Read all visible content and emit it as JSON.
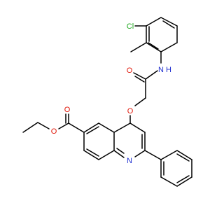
{
  "atoms": {
    "cl": "Cl",
    "n_amide": "N",
    "h_amide": "H",
    "o_amide": "O",
    "o_ether": "O",
    "o_ester_carbonyl": "O",
    "o_ester_link": "O",
    "n_ring": "N"
  },
  "colors": {
    "bond": "#000000",
    "chlorine": "#1fa81f",
    "nitrogen": "#1f2fd0",
    "oxygen": "#e0190b",
    "background": "#ffffff"
  }
}
